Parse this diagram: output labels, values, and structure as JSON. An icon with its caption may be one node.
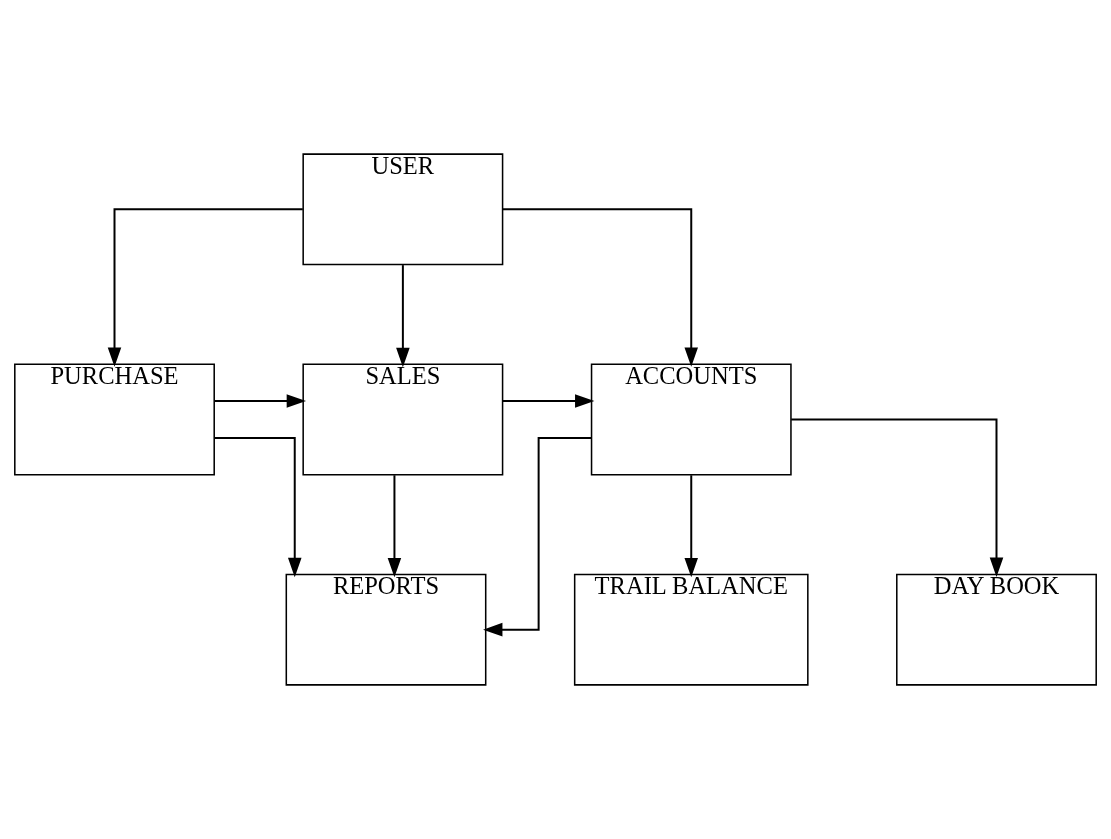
{
  "diagram": {
    "nodes": [
      {
        "text": [
          "USER"
        ]
      },
      {
        "text": [
          "PURCHASE"
        ]
      },
      {
        "text": [
          "SALES"
        ]
      },
      {
        "text": [
          "ACCOUNTS"
        ]
      },
      {
        "text": [
          "REPORTS"
        ]
      },
      {
        "text": [
          "TRAIL BALANCE"
        ]
      },
      {
        "text": [
          "DAY BOOK"
        ]
      }
    ],
    "edges": [
      {
        "from": 0,
        "to": 1,
        "arrow": "to"
      },
      {
        "from": 0,
        "to": 2,
        "arrow": "to"
      },
      {
        "from": 0,
        "to": 3,
        "arrow": "to"
      },
      {
        "from": 1,
        "to": 2,
        "arrow": "to"
      },
      {
        "from": 2,
        "to": 3,
        "arrow": "to"
      },
      {
        "from": 2,
        "to": 4,
        "arrow": "to"
      },
      {
        "from": 1,
        "to": 4,
        "arrow": "to"
      },
      {
        "from": 3,
        "to": 4,
        "arrow": "to"
      },
      {
        "from": 3,
        "to": 5,
        "arrow": "to"
      },
      {
        "from": 3,
        "to": 6,
        "arrow": "to"
      }
    ]
  }
}
